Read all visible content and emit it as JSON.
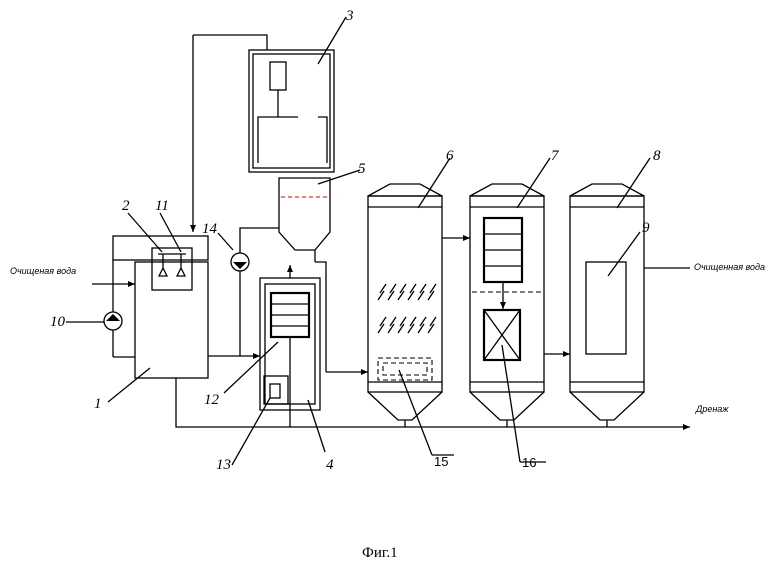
{
  "labels": {
    "cleaned_water_in": "Очищеная вода",
    "cleaned_water_out": "Очищенная вода",
    "drain": "Дренаж",
    "caption": "Фиг.1"
  },
  "numbers": {
    "n1": "1",
    "n2": "2",
    "n3": "3",
    "n4": "4",
    "n5": "5",
    "n6": "6",
    "n7": "7",
    "n8": "8",
    "n9": "9",
    "n10": "10",
    "n11": "11",
    "n12": "12",
    "n13": "13",
    "n14": "14",
    "n15": "15",
    "n16": "16"
  },
  "colors": {
    "line": "#000000",
    "accent_dash": "#e03030"
  }
}
